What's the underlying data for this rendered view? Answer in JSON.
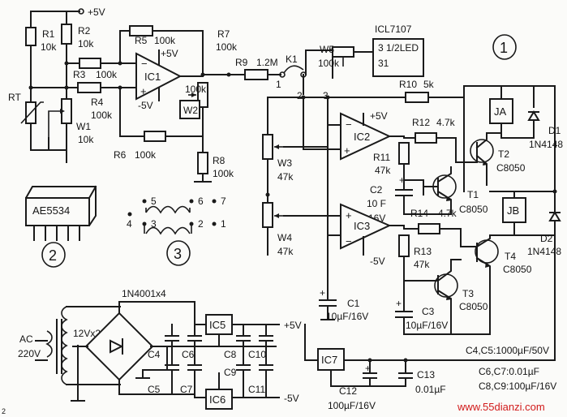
{
  "supply": {
    "pos": "+5V",
    "neg": "-5V",
    "ac_label": "AC",
    "ac_volts": "220V",
    "transformer": "12Vx2",
    "rectifier": "1N4001x4"
  },
  "resistors": {
    "R1": "R1",
    "R1v": "10k",
    "R2": "R2",
    "R2v": "10k",
    "R3": "R3",
    "R3v": "100k",
    "R4": "R4",
    "R4v": "100k",
    "R5": "R5",
    "R5v": "100k",
    "R6": "R6",
    "R6v": "100k",
    "R7": "R7",
    "R7v": "100k",
    "R8": "R8",
    "R8v": "100k",
    "R9": "R9",
    "R9v": "1.2M",
    "R10": "R10",
    "R10v": "5k",
    "R11": "R11",
    "R11v": "47k",
    "R12": "R12",
    "R12v": "4.7k",
    "R13": "R13",
    "R13v": "47k",
    "R14": "R14",
    "R14v": "4.7k",
    "RT": "RT"
  },
  "pots": {
    "W1": "W1",
    "W1v": "10k",
    "W2": "W2",
    "W2v": "100k",
    "W3": "W3",
    "W3v": "47k",
    "W4": "W4",
    "W4v": "47k",
    "W5": "W5",
    "W5v": "100k"
  },
  "ics": {
    "IC1": "IC1",
    "IC2": "IC2",
    "IC3": "IC3",
    "IC5": "IC5",
    "IC6": "IC6",
    "IC7": "IC7",
    "ICL7107": "ICL7107",
    "dpm_line1": "3 1/2LED",
    "dpm_line2": "31"
  },
  "caps": {
    "C1": "C1",
    "C1v": "10µF/16V",
    "C2": "C2",
    "C2v1": "10  F",
    "C2v2": "16V",
    "C3": "C3",
    "C3v": "10µF/16V",
    "C4": "C4",
    "C5": "C5",
    "C6": "C6",
    "C7": "C7",
    "C8": "C8",
    "C9": "C9",
    "C10": "C10",
    "C11": "C11",
    "C12": "C12",
    "C12v": "100µF/16V",
    "C13": "C13",
    "C13v": "0.01µF",
    "note1": "C4,C5:1000µF/50V",
    "note2": "C6,C7:0.01µF",
    "note3": "C8,C9:100µF/16V"
  },
  "transistors": {
    "T1": "T1",
    "T1v": "C8050",
    "T2": "T2",
    "T2v": "C8050",
    "T3": "T3",
    "T3v": "C8050",
    "T4": "T4",
    "T4v": "C8050"
  },
  "diodes": {
    "D1": "D1",
    "D1v": "1N4148",
    "D2": "D2",
    "D2v": "1N4148"
  },
  "relays": {
    "JA": "JA",
    "JB": "JB"
  },
  "switch": {
    "K1": "K1",
    "p1": "1",
    "p2": "2",
    "p3": "3"
  },
  "module": {
    "name": "AE5534",
    "pins_top": [
      "5",
      "6",
      "7"
    ],
    "pins_side": "4",
    "pins_bottom": [
      "3",
      "2",
      "1"
    ]
  },
  "markers": {
    "m1": "1",
    "m2": "2",
    "m3": "3"
  },
  "signs": {
    "minus": "−",
    "plus": "+"
  },
  "misc": {
    "corner": "2"
  },
  "watermark": "www.55dianzi.com"
}
